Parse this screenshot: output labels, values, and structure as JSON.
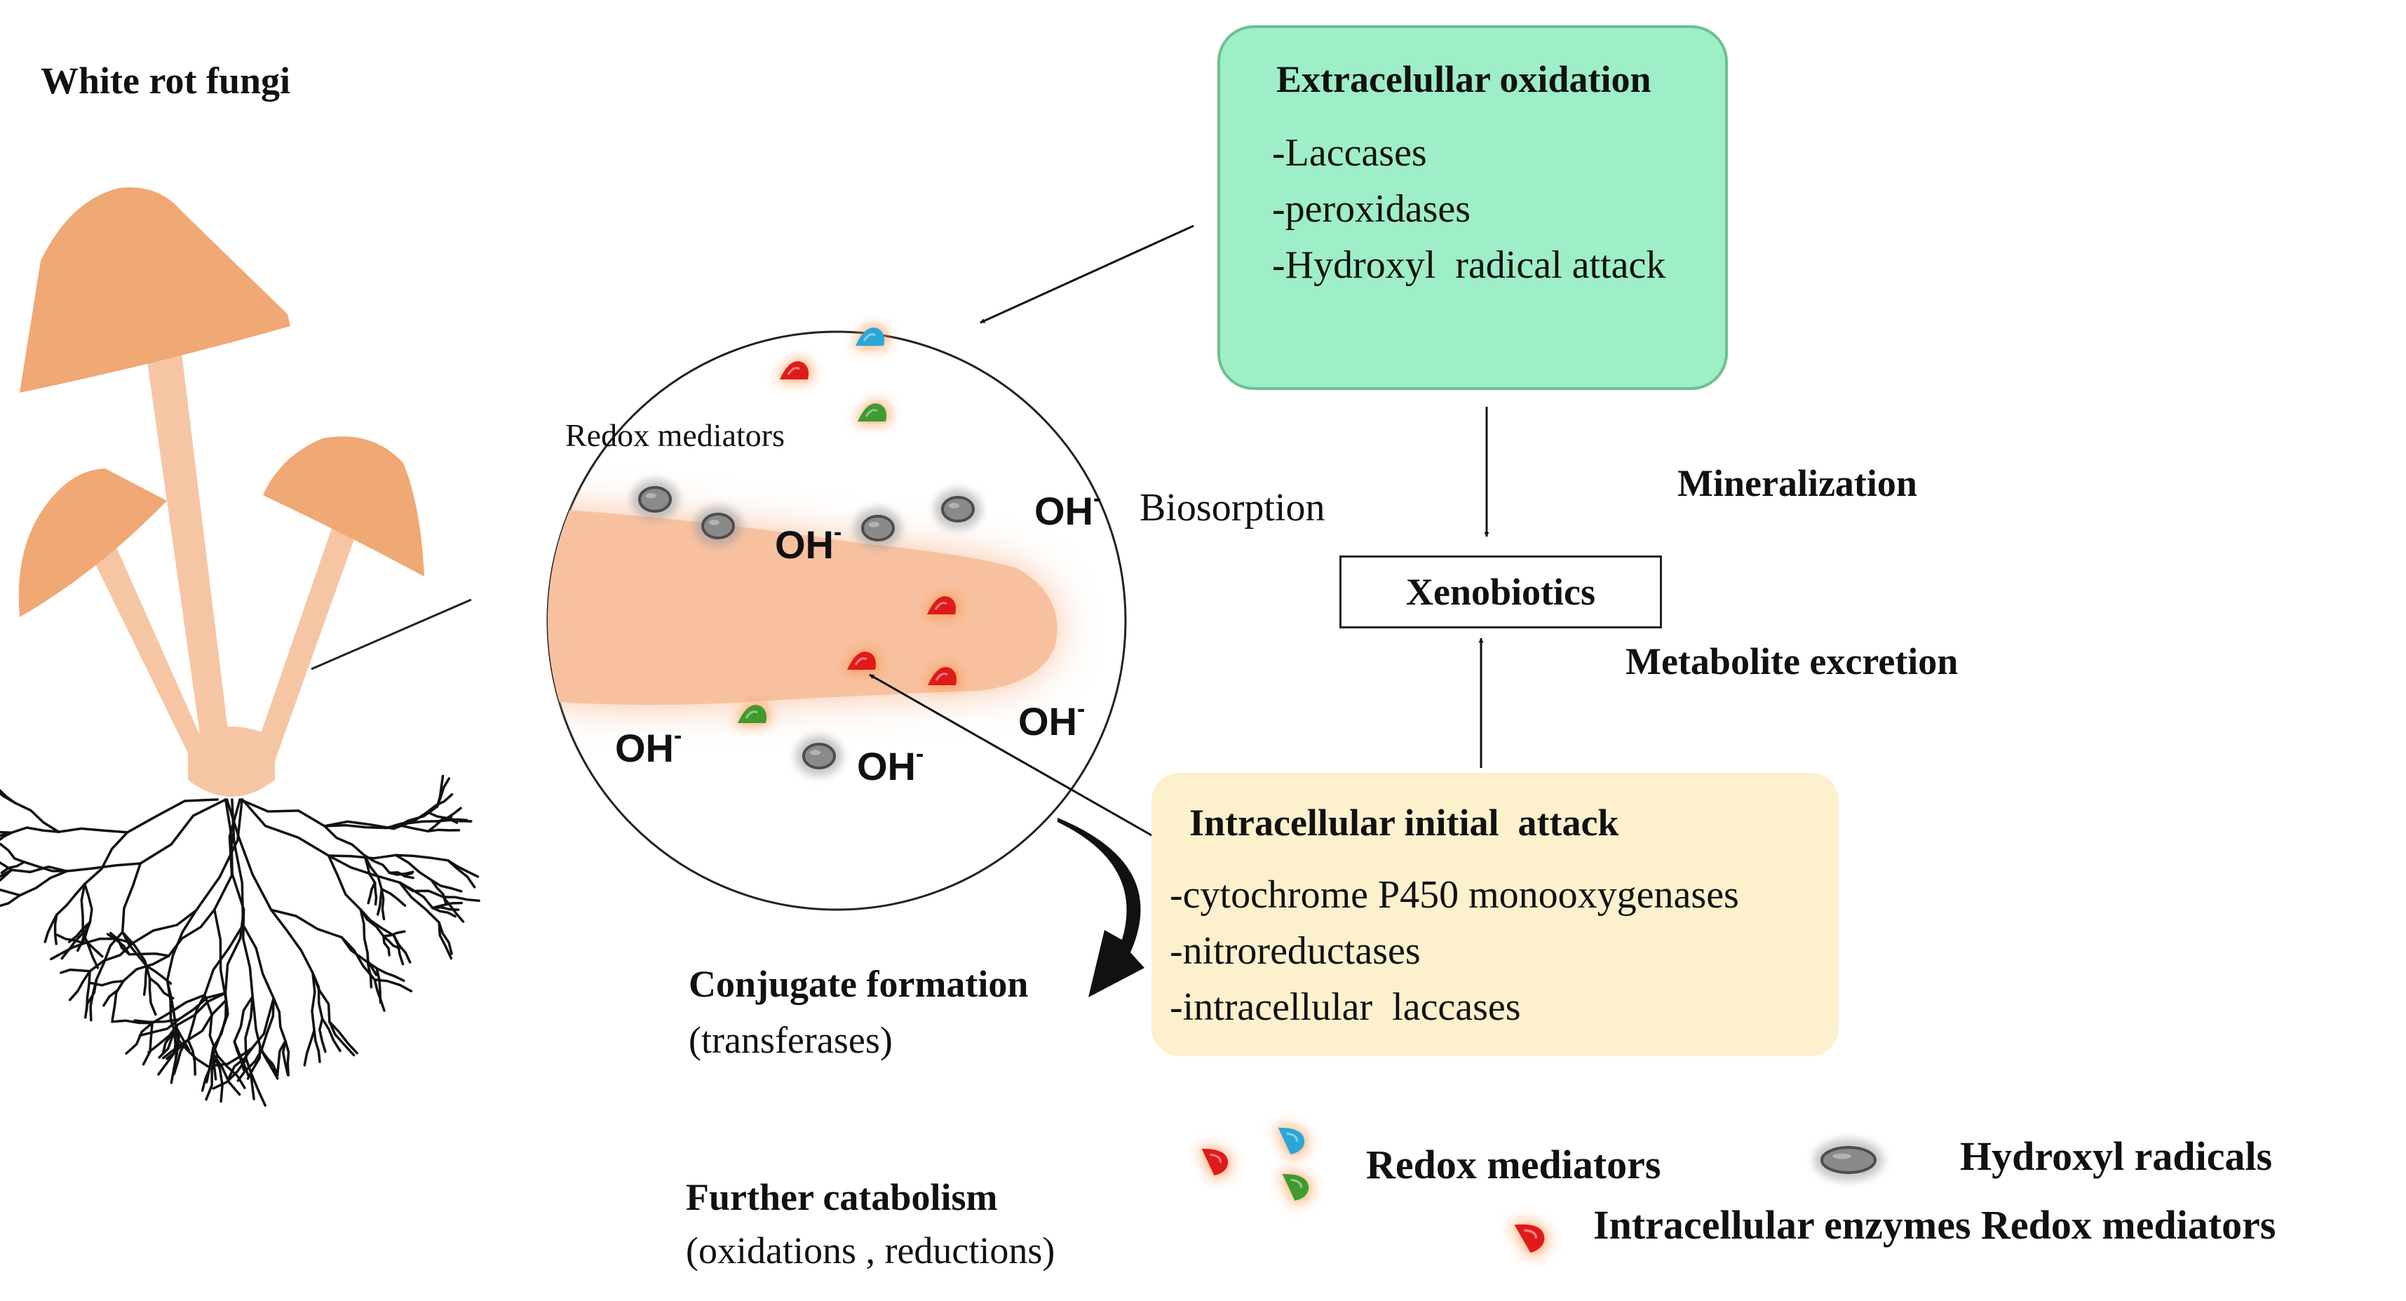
{
  "labels": {
    "white_rot_fungi": "White rot fungi",
    "redox_mediators_inside": "Redox mediators",
    "biosorption": "Biosorption",
    "mineralization": "Mineralization",
    "xenobiotics": "Xenobiotics",
    "metabolite_excretion": "Metabolite excretion",
    "conjugate_formation": "Conjugate formation",
    "transferases": "(transferases)",
    "further_catabolism": "Further catabolism",
    "oxidations_reductions": "(oxidations , reductions)",
    "oh_symbol": "OH",
    "oh_charge": "-"
  },
  "extracellular_box": {
    "title": "Extracelullar oxidation",
    "items": [
      "-Laccases",
      "-peroxidases",
      "-Hydroxyl  radical attack"
    ],
    "fill": "#9eeec8",
    "border": "#6fbf8f"
  },
  "intracellular_box": {
    "title": "Intracellular initial  attack",
    "items": [
      "-cytochrome P450 monooxygenases",
      "-nitroreductases",
      "-intracellular  laccases"
    ],
    "fill": "#fdf0cd"
  },
  "legend": {
    "redox_mediators": "Redox mediators",
    "hydroxyl_radicals": "Hydroxyl radicals",
    "intracellular_enzymes": "Intracellular enzymes Redox mediators"
  },
  "colors": {
    "mushroom_cap": "#f0a874",
    "mushroom_stem": "#f6c6a4",
    "hypha": "#f7c1a0",
    "mediator_red": "#e01a1a",
    "mediator_blue": "#2aa6d8",
    "mediator_green": "#3f9a2f",
    "radical_gray": "#8a8a8a",
    "roots": "#111111"
  }
}
